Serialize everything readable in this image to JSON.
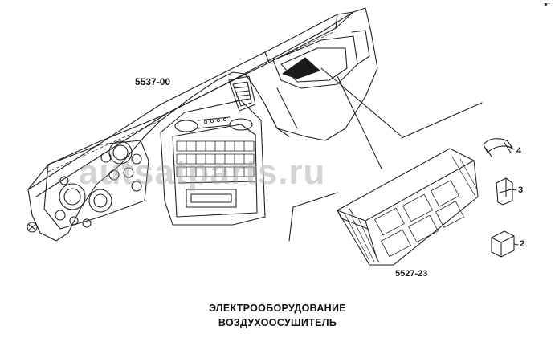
{
  "labels": {
    "dashboard_code": "5537-00",
    "unit_code": "5527-23",
    "item_2": "2",
    "item_3": "3",
    "item_4": "4"
  },
  "caption": {
    "line1": "ЭЛЕКТРООБОРУДОВАНИЕ",
    "line2": "ВОЗДУХООСУШИТЕЛЬ"
  },
  "watermark": {
    "text": "autsatparts.ru",
    "color": "#a0a0a0"
  },
  "corner_mark": "▪─"
}
